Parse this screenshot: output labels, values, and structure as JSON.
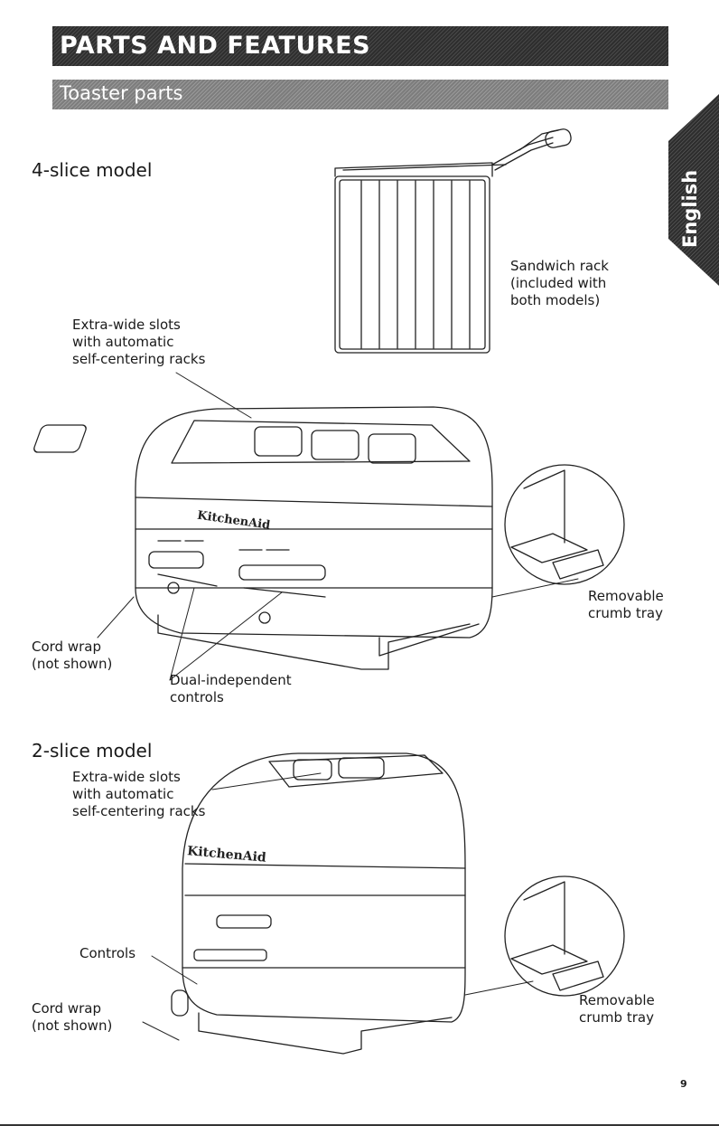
{
  "header": {
    "title": "PARTS AND FEATURES",
    "subtitle": "Toaster parts",
    "language_tab": "English"
  },
  "four_slice": {
    "heading": "4-slice model",
    "labels": {
      "slots": [
        "Extra-wide slots",
        "with automatic",
        "self-centering racks"
      ],
      "sandwich_rack": [
        "Sandwich rack",
        "(included with",
        "both models)"
      ],
      "crumb_tray": [
        "Removable",
        "crumb tray"
      ],
      "cord_wrap": [
        "Cord wrap",
        "(not shown)"
      ],
      "controls": [
        "Dual-independent",
        "controls"
      ]
    },
    "brand": "KitchenAid"
  },
  "two_slice": {
    "heading": "2-slice model",
    "labels": {
      "slots": [
        "Extra-wide slots",
        "with automatic",
        "self-centering racks"
      ],
      "controls": "Controls",
      "cord_wrap": [
        "Cord wrap",
        "(not shown)"
      ],
      "crumb_tray": [
        "Removable",
        "crumb tray"
      ]
    },
    "brand": "KitchenAid"
  },
  "footer": {
    "page_number": "9"
  }
}
